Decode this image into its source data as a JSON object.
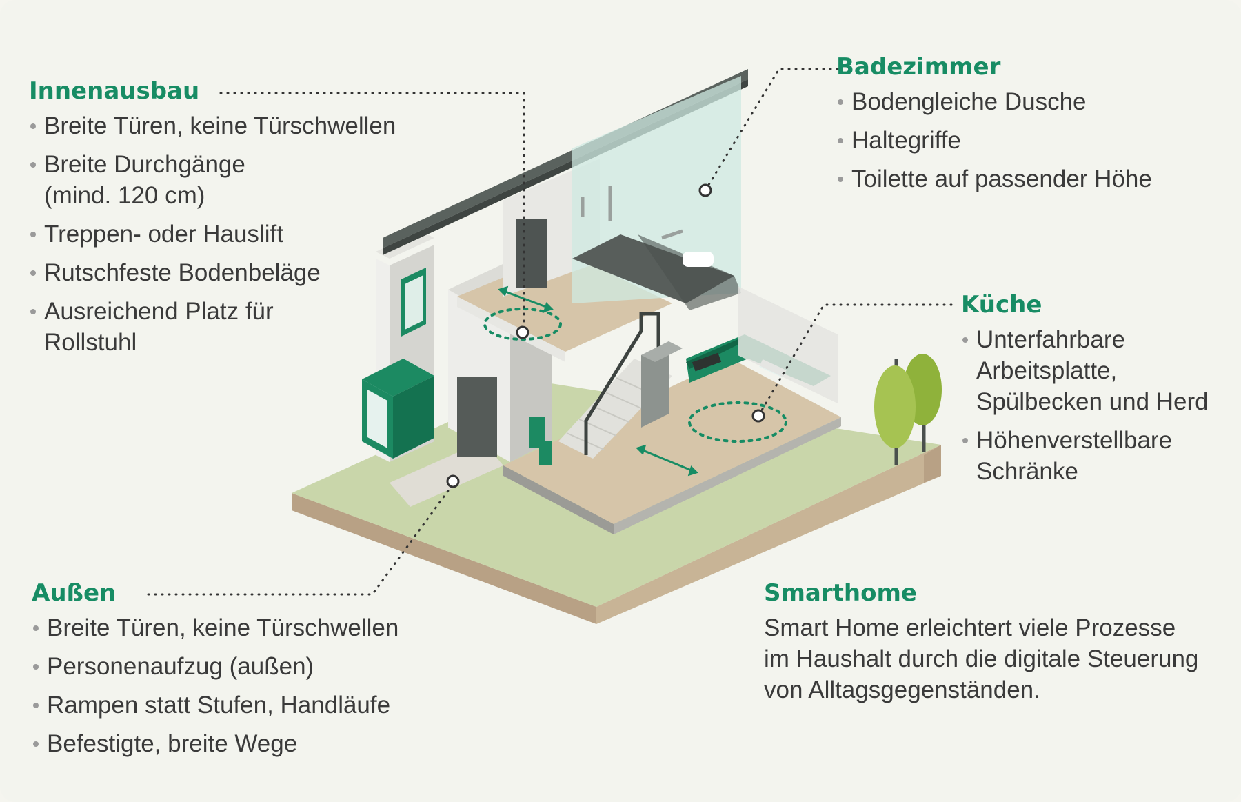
{
  "sections": {
    "innenausbau": {
      "heading": "Innenausbau",
      "items": [
        "Breite Türen, keine Türschwellen",
        "Breite Durchgänge (mind. 120 cm)",
        "Treppen- oder Hauslift",
        "Rutschfeste Bodenbeläge",
        "Ausreichend Platz für Rollstuhl"
      ]
    },
    "badezimmer": {
      "heading": "Badezimmer",
      "items": [
        "Bodengleiche Dusche",
        "Haltegriffe",
        "Toilette auf passender Höhe"
      ]
    },
    "kueche": {
      "heading": "Küche",
      "items": [
        "Unterfahrbare Arbeitsplatte, Spülbecken und Herd",
        "Höhenverstellbare Schränke"
      ]
    },
    "aussen": {
      "heading": "Außen",
      "items": [
        "Breite Türen, keine Türschwellen",
        "Personenaufzug (außen)",
        "Rampen statt Stufen, Handläufe",
        "Befestigte, breite Wege"
      ]
    },
    "smarthome": {
      "heading": "Smarthome",
      "text": "Smart Home erleichtert viele Prozesse im Haushalt durch die digitale Steuerung von Alltagsgegenständen."
    }
  },
  "colors": {
    "accent": "#178c64",
    "background": "#f3f4ee",
    "lawn": "#c8d5a9",
    "earth": "#b79f84",
    "floor": "#d7c6ab",
    "roof": "#5b6460",
    "wall": "#ebebe7",
    "tree": "#9fbe4c"
  },
  "illustration": {
    "name": "isometric-accessible-house-icon"
  }
}
